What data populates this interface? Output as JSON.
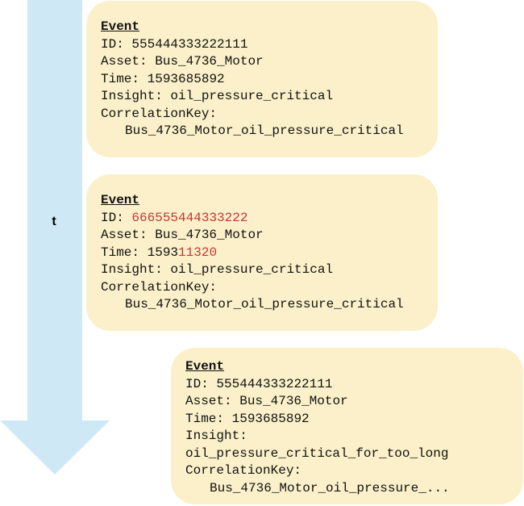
{
  "timeline": {
    "label": "t",
    "color": "#cfe8f6"
  },
  "events": [
    {
      "heading": "Event",
      "id_label": "ID:",
      "id_value": "555444333222111",
      "asset_label": "Asset:",
      "asset_value": "Bus_4736_Motor",
      "time_label": "Time:",
      "time_value": "1593685892",
      "insight_label": "Insight:",
      "insight_value": "oil_pressure_critical",
      "key_label": "CorrelationKey:",
      "key_value": "Bus_4736_Motor_oil_pressure_critical"
    },
    {
      "heading": "Event",
      "id_label": "ID:",
      "id_value": "666555444333222",
      "asset_label": "Asset:",
      "asset_value": "Bus_4736_Motor",
      "time_label": "Time:",
      "time_value_prefix": "1593",
      "time_value_changed": "11320",
      "insight_label": "Insight:",
      "insight_value": "oil_pressure_critical",
      "key_label": "CorrelationKey:",
      "key_value": "Bus_4736_Motor_oil_pressure_critical"
    },
    {
      "heading": "Event",
      "id_label": "ID:",
      "id_value": "555444333222111",
      "asset_label": "Asset:",
      "asset_value": "Bus_4736_Motor",
      "time_label": "Time:",
      "time_value": "1593685892",
      "insight_label": "Insight:",
      "insight_value": "oil_pressure_critical_for_too_long",
      "key_label": "CorrelationKey:",
      "key_value": "Bus_4736_Motor_oil_pressure_..."
    }
  ],
  "colors": {
    "card_background": "#fbf0c9",
    "highlight": "#c0393b"
  }
}
